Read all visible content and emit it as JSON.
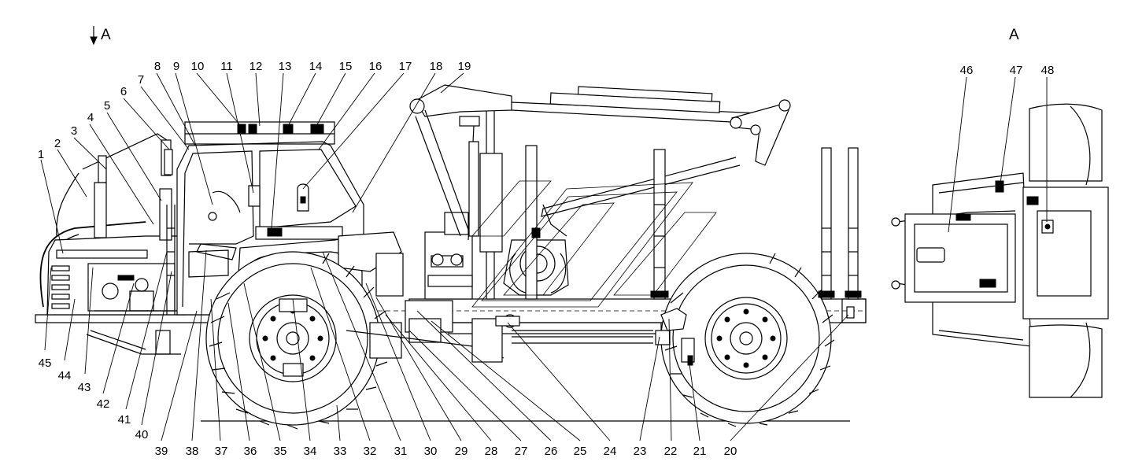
{
  "view_labels": {
    "main_arrow": "A",
    "side_view": "A"
  },
  "top_callouts": [
    "1",
    "2",
    "3",
    "4",
    "5",
    "6",
    "7",
    "8",
    "9",
    "10",
    "11",
    "12",
    "13",
    "14",
    "15",
    "16",
    "17",
    "18",
    "19"
  ],
  "bottom_callouts": [
    "20",
    "21",
    "22",
    "23",
    "24",
    "25",
    "26",
    "27",
    "28",
    "29",
    "30",
    "31",
    "32",
    "33",
    "34",
    "35",
    "36",
    "37",
    "38",
    "39",
    "40",
    "41",
    "42",
    "43",
    "44",
    "45"
  ],
  "side_callouts": [
    "46",
    "47",
    "48"
  ]
}
